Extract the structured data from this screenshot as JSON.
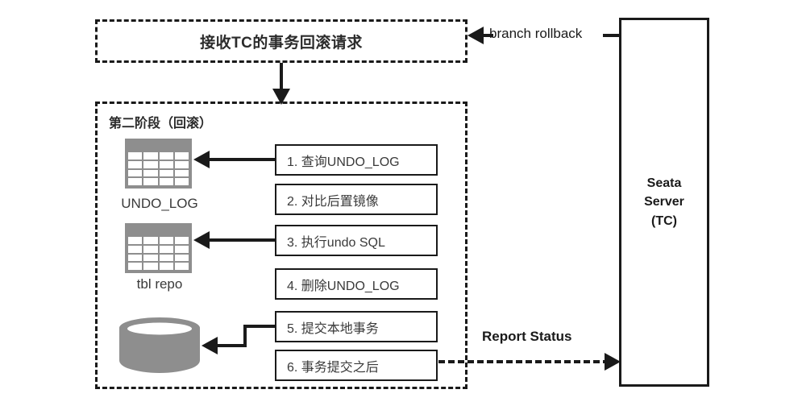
{
  "diagram": {
    "title_phase1": "接收TC的事务回滚请求",
    "title_phase2": "第二阶段（回滚）",
    "steps": [
      {
        "id": "step-1",
        "label": "1. 查询UNDO_LOG"
      },
      {
        "id": "step-2",
        "label": "2. 对比后置镜像"
      },
      {
        "id": "step-3",
        "label": "3. 执行undo SQL"
      },
      {
        "id": "step-4",
        "label": "4. 删除UNDO_LOG"
      },
      {
        "id": "step-5",
        "label": "5. 提交本地事务"
      },
      {
        "id": "step-6",
        "label": "6. 事务提交之后"
      }
    ],
    "icons": [
      {
        "id": "undo-log-table",
        "caption": "UNDO_LOG",
        "type": "table-icon"
      },
      {
        "id": "tbl-repo-table",
        "caption": "tbl repo",
        "type": "table-icon"
      },
      {
        "id": "local-database",
        "caption": "",
        "type": "cylinder-icon"
      }
    ],
    "seata_server": {
      "line1": "Seata",
      "line2": "Server",
      "line3": "(TC)"
    },
    "edges": [
      {
        "id": "branch-rollback",
        "label": "branch rollback",
        "style": "solid",
        "direction": "left"
      },
      {
        "id": "report-status",
        "label": "Report Status",
        "style": "dash-dot",
        "direction": "right"
      }
    ],
    "colors": {
      "stroke": "#1a1a1a",
      "icon_gray": "#8e8e8e",
      "text": "#3a3a3a",
      "background": "#ffffff"
    }
  }
}
